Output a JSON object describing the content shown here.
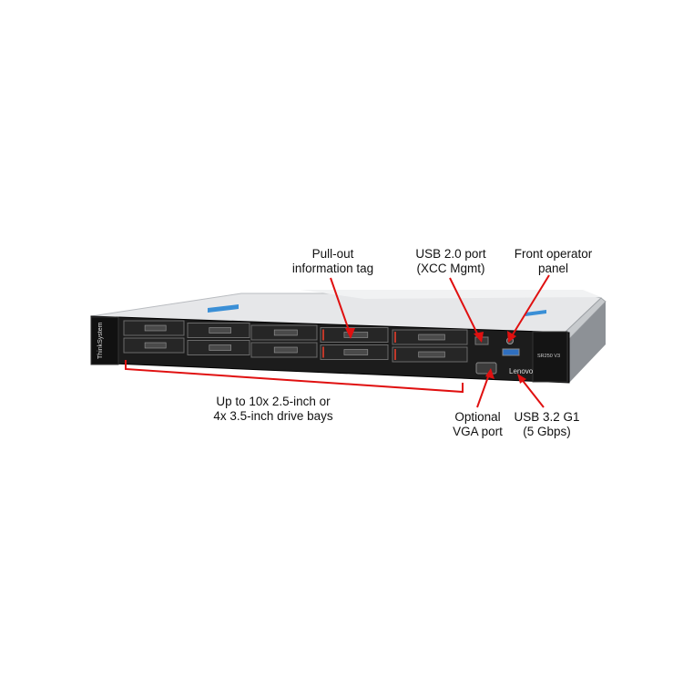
{
  "callouts": {
    "pullout_tag": "Pull-out\ninformation tag",
    "usb2_port": "USB 2.0 port\n(XCC Mgmt)",
    "front_panel": "Front operator\npanel",
    "drive_bays": "Up to 10x 2.5-inch or\n4x 3.5-inch drive bays",
    "vga_port": "Optional\nVGA port",
    "usb3_port": "USB 3.2 G1\n(5 Gbps)"
  },
  "server": {
    "brand_left": "ThinkSystem",
    "brand_right": "Lenovo",
    "model": "SR250 V3"
  },
  "colors": {
    "callout_line": "#e01010",
    "chassis_front": "#1c1c1c",
    "chassis_top": "#e4e6e8",
    "accent_blue": "#3a8fd6"
  }
}
